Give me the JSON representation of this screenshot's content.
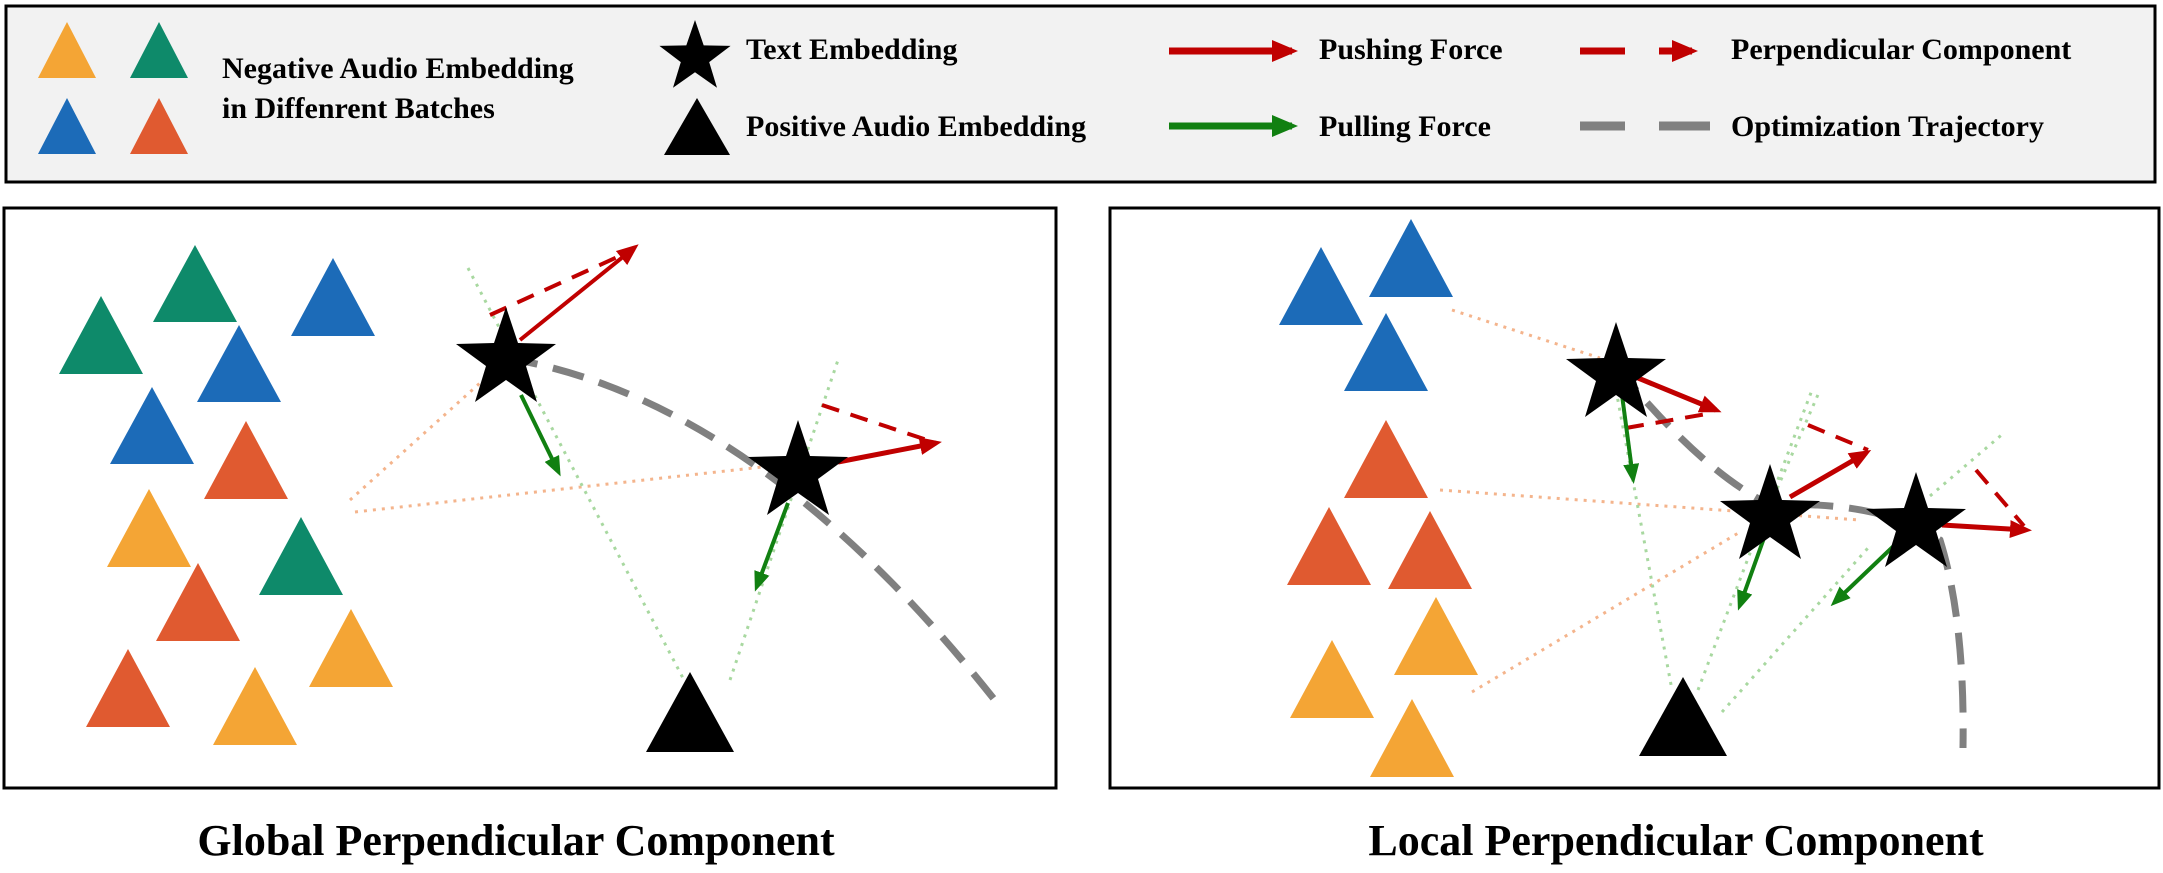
{
  "legend": {
    "negative_audio_line1": "Negative Audio Embedding",
    "negative_audio_line2": "in Diffenrent Batches",
    "text_embedding": "Text Embedding",
    "positive_audio": "Positive Audio Embedding",
    "pushing_force": "Pushing Force",
    "pulling_force": "Pulling Force",
    "perpendicular_component": "Perpendicular Component",
    "optimization_trajectory": "Optimization Trajectory"
  },
  "captions": {
    "global": "Global Perpendicular Component",
    "local": "Local Perpendicular Component"
  },
  "colors": {
    "orange": "#F4A535",
    "green": "#0E8A6A",
    "blue": "#1C6BB8",
    "red_orange": "#E05A30",
    "push_red": "#C00000",
    "pull_green": "#118011",
    "trajectory_gray": "#808080",
    "link_peach": "#F4B48C",
    "link_green": "#A8D8A0"
  },
  "icons": {
    "negative_audio": "triangle-icon",
    "text_embedding": "star-icon",
    "positive_audio": "triangle-icon",
    "pushing_force": "arrow-icon",
    "pulling_force": "arrow-icon",
    "perpendicular_component": "dashed-arrow-icon",
    "optimization_trajectory": "dashed-line-icon"
  }
}
